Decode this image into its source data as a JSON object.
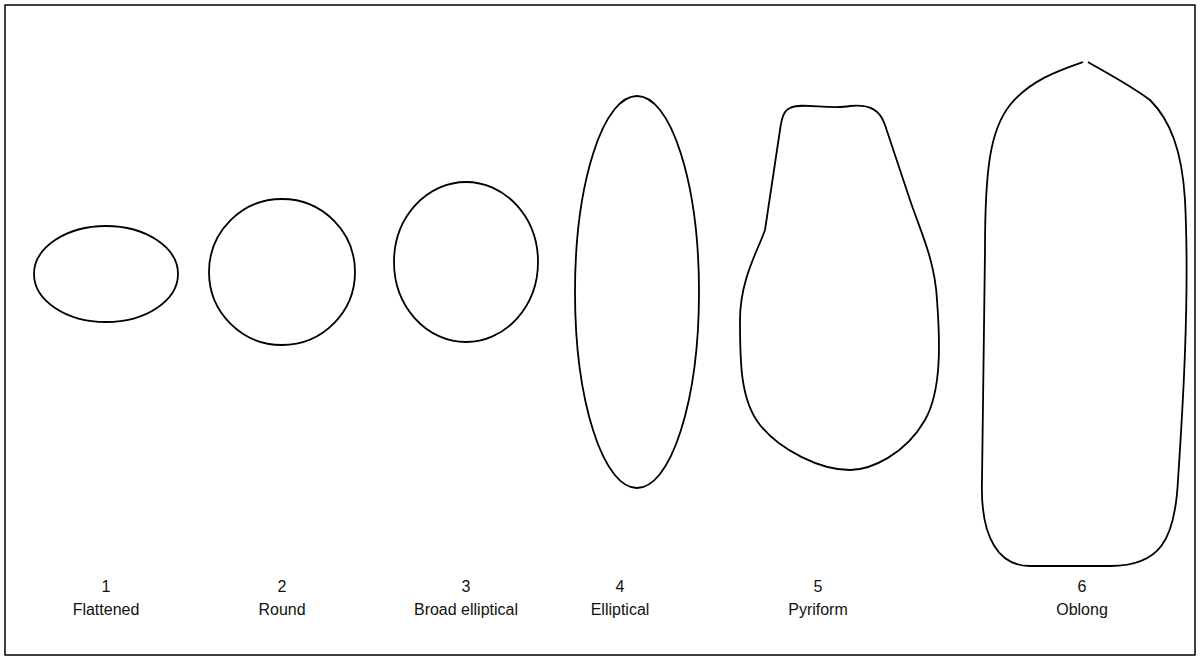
{
  "diagram": {
    "labels": [
      "1",
      "Flattened",
      "2",
      "Round",
      "3",
      "Broad elliptical",
      "4",
      "Elliptical",
      "5",
      "Pyriform",
      "6",
      "Oblong"
    ]
  }
}
